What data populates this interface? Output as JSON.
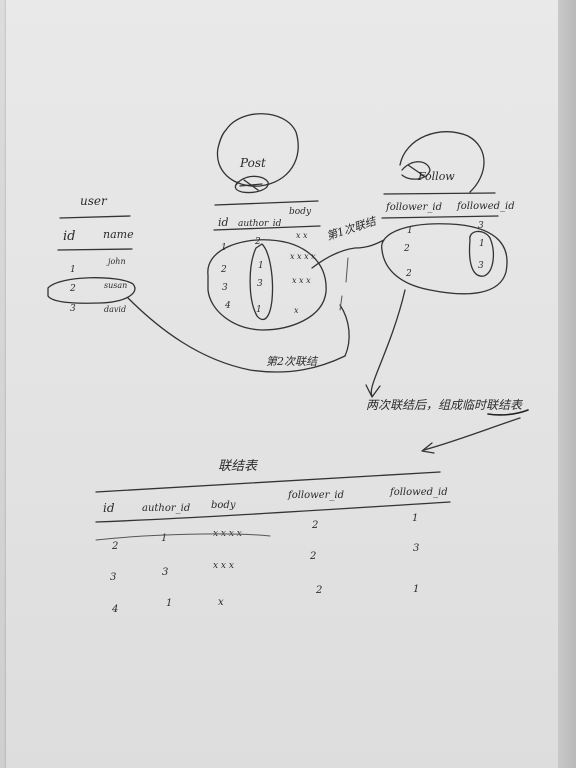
{
  "user_table": {
    "title": "user",
    "headers": [
      "id",
      "name"
    ],
    "rows": [
      [
        "1",
        "john"
      ],
      [
        "2",
        "susan"
      ],
      [
        "3",
        "david"
      ]
    ]
  },
  "post_table": {
    "title": "Post",
    "headers": [
      "id",
      "author_id",
      "body"
    ],
    "rows": [
      [
        "1",
        "2",
        "x x"
      ],
      [
        "2",
        "1",
        "x x x x"
      ],
      [
        "3",
        "3",
        "x x x"
      ],
      [
        "4",
        "1",
        "x"
      ]
    ]
  },
  "follow_table": {
    "title": "Follow",
    "headers": [
      "follower_id",
      "followed_id"
    ],
    "rows": [
      [
        "1",
        "3"
      ],
      [
        "2",
        "1"
      ],
      [
        "2",
        "3"
      ]
    ]
  },
  "annotations": {
    "join1": "第2次联结",
    "join2": "第1次联结",
    "note": "两次联结后，组成临时联结表"
  },
  "result_table": {
    "title": "联结表",
    "headers": [
      "id",
      "author_id",
      "body",
      "follower_id",
      "followed_id"
    ],
    "rows": [
      [
        "2",
        "1",
        "x x x x",
        "2",
        "1"
      ],
      [
        "3",
        "3",
        "x x x",
        "2",
        "3"
      ],
      [
        "4",
        "1",
        "x",
        "2",
        "1"
      ]
    ]
  }
}
